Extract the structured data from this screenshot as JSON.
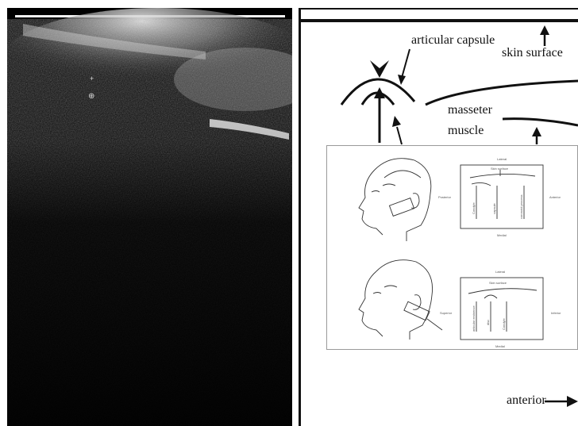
{
  "labels": {
    "articular_capsule": "articular capsule",
    "skin_surface": "skin surface",
    "masseter_line1": "masseter",
    "masseter_line2": "muscle",
    "anterior": "anterior"
  },
  "inset": {
    "top": {
      "lateral": "Lateral",
      "skin_surface": "Skin surface",
      "posterior": "Posterior",
      "anterior": "Anterior",
      "medial": "Medial",
      "lbl_condyle": "Condyle",
      "lbl_capsule": "capsule",
      "lbl_coronoid": "coronoid process"
    },
    "bottom": {
      "lateral": "Lateral",
      "skin_surface": "Skin surface",
      "superior": "Superior",
      "inferior": "Inferior",
      "medial": "Medial",
      "lbl_articular": "articular eminence",
      "lbl_disc": "disc",
      "lbl_condyle": "Condyle"
    }
  },
  "colors": {
    "ultrasound_bg": "#050505",
    "ink": "#111111"
  }
}
